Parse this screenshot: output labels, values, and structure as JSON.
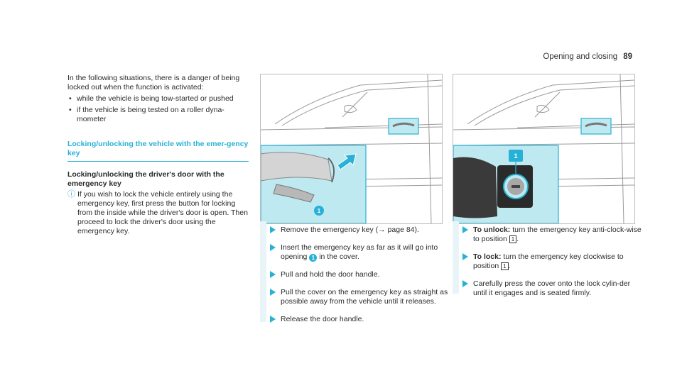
{
  "header": {
    "title": "Opening and closing",
    "page": "89"
  },
  "col1": {
    "intro": "In the following situations, there is a danger of being locked out when the function is activated:",
    "bullets": [
      "while the vehicle is being tow-started or pushed",
      "if the vehicle is being tested on a roller dyna-mometer"
    ],
    "section_title": "Locking/unlocking the vehicle with the emer-gency key",
    "subsection_title": "Locking/unlocking the driver's door with the emergency key",
    "note": "If you wish to lock the vehicle entirely using the emergency key, first press the button for locking from the inside while the driver's door is open. Then proceed to lock the driver's door using the emergency key."
  },
  "figure1": {
    "callout": "1"
  },
  "figure2": {
    "callout": "1"
  },
  "col2_steps": {
    "s1": "Remove the emergency key (→ page 84).",
    "s2a": "Insert the emergency key as far as it will go into opening ",
    "s2num": "1",
    "s2b": " in the cover.",
    "s3": "Pull and hold the door handle.",
    "s4": "Pull the cover on the emergency key as straight as possible away from the vehicle until it releases.",
    "s5": "Release the door handle."
  },
  "col3_steps": {
    "s1label": "To unlock:",
    "s1a": " turn the emergency key anti-clock-wise to position ",
    "s1pos": "1",
    "s1b": ".",
    "s2label": "To lock:",
    "s2a": " turn the emergency key clockwise to position ",
    "s2pos": "1",
    "s2b": ".",
    "s3": "Carefully press the cover onto the lock cylin-der until it engages and is seated firmly."
  },
  "colors": {
    "accent": "#27b1d6",
    "inset_bg": "#bfe9f1",
    "text": "#2b2b2b"
  }
}
